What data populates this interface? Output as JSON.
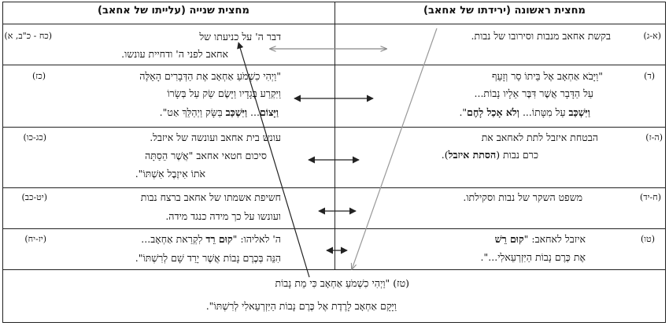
{
  "headers": {
    "first_half": "מחצית ראשונה (ירידתו של אחאב)",
    "second_half": "מחצית שנייה (עלייתו של אחאב)"
  },
  "rows": [
    {
      "right_ref": "(א-ג)",
      "right_lines": [
        [
          "בקשת אחאב מנבות וסירובו של נבות.",
          "",
          ""
        ]
      ],
      "left_ref": "(כח - כ\"ב, א)",
      "left_lines": [
        [
          "דבר ה' על כניעתו של",
          "",
          ""
        ],
        [
          "אחאב לפני ה' ודחיית עונשו.",
          "",
          ""
        ]
      ]
    },
    {
      "right_ref": "(ד)",
      "right_lines": [
        [
          "\"וַיָּבֹא אַחְאָב אֶל בֵּיתוֹ סַר וְזָעֵף",
          "",
          ""
        ],
        [
          "עַל הַדָּבָר אֲשֶׁר דִּבֶּר אֵלָיו נָבוֹת...",
          "",
          ""
        ],
        [
          "",
          "וַיִּשְׁכַּב",
          " עַל מִטָּתוֹ... "
        ],
        [
          "",
          "וְלֹא אָכַל לָחֶם",
          "\"."
        ]
      ],
      "left_ref": "(כז)",
      "left_lines": [
        [
          "\"וַיְהִי כִשְׁמֹעַ אַחְאָב אֶת הַדְּבָרִים הָאֵלֶּה",
          "",
          ""
        ],
        [
          "וַיִּקְרַע בְּגָדָיו וַיָּשֶׂם שַׂק עַל בְּשָׂרוֹ",
          "",
          ""
        ],
        [
          "",
          "וַיָּצוֹם",
          "... "
        ],
        [
          "",
          "וַיִּשְׁכַּב",
          " בַּשָּׂק וַיְהַלֵּךְ אַט\"."
        ]
      ]
    },
    {
      "right_ref": "(ה-ז)",
      "right_lines": [
        [
          "הבטחת איזבל לתת לאחאב את",
          "",
          ""
        ],
        [
          "כרם נבות (",
          "הסתת איזבל",
          ")."
        ]
      ],
      "left_ref": "(כג-כו)",
      "left_lines": [
        [
          "עונש בית אחאב ועונשה של איזבל.",
          "",
          ""
        ],
        [
          "סיכום חטאי אחאב \"אֲשֶׁר הֵסַתָּה",
          "",
          ""
        ],
        [
          "אֹתוֹ אִיזֶבֶל אִשְׁתּוֹ\".",
          "",
          ""
        ]
      ]
    },
    {
      "right_ref": "(ח-יד)",
      "right_lines": [
        [
          "משפט השקר של נבות וסקילתו.",
          "",
          ""
        ]
      ],
      "left_ref": "(יט-כב)",
      "left_lines": [
        [
          "חשיפת אשמתו של אחאב ברצח נבות",
          "",
          ""
        ],
        [
          "ועונשו על כך מידה כנגד מידה.",
          "",
          ""
        ]
      ]
    },
    {
      "right_ref": "(טו)",
      "right_lines": [
        [
          "איזבל לאחאב: \"",
          "קוּם רֵשׁ",
          ""
        ],
        [
          "אֶת כֶּרֶם נָבוֹת הַיִּזְרְעֵאלִי...\".",
          "",
          ""
        ]
      ],
      "left_ref": "(יז-יח)",
      "left_lines": [
        [
          "ה' לאליהו: \"",
          "קוּם רֵד",
          " לִקְרַאת אַחְאָב..."
        ],
        [
          "הִנֵּה בְּכֶרֶם נָבוֹת אֲשֶׁר יָרַד שָׁם לְרִשְׁתּוֹ\".",
          "",
          ""
        ]
      ]
    }
  ],
  "bottom": {
    "ref": "(טז)",
    "line1": "\"וַיְהִי כִשְׁמֹעַ אַחְאָב כִּי מֵת נָבוֹת",
    "line2": "וַיָּקָם אַחְאָב לָרֶדֶת אֶל כֶּרֶם נָבוֹת הַיִּזְרְעֵאלִי לְרִשְׁתּוֹ\"."
  }
}
